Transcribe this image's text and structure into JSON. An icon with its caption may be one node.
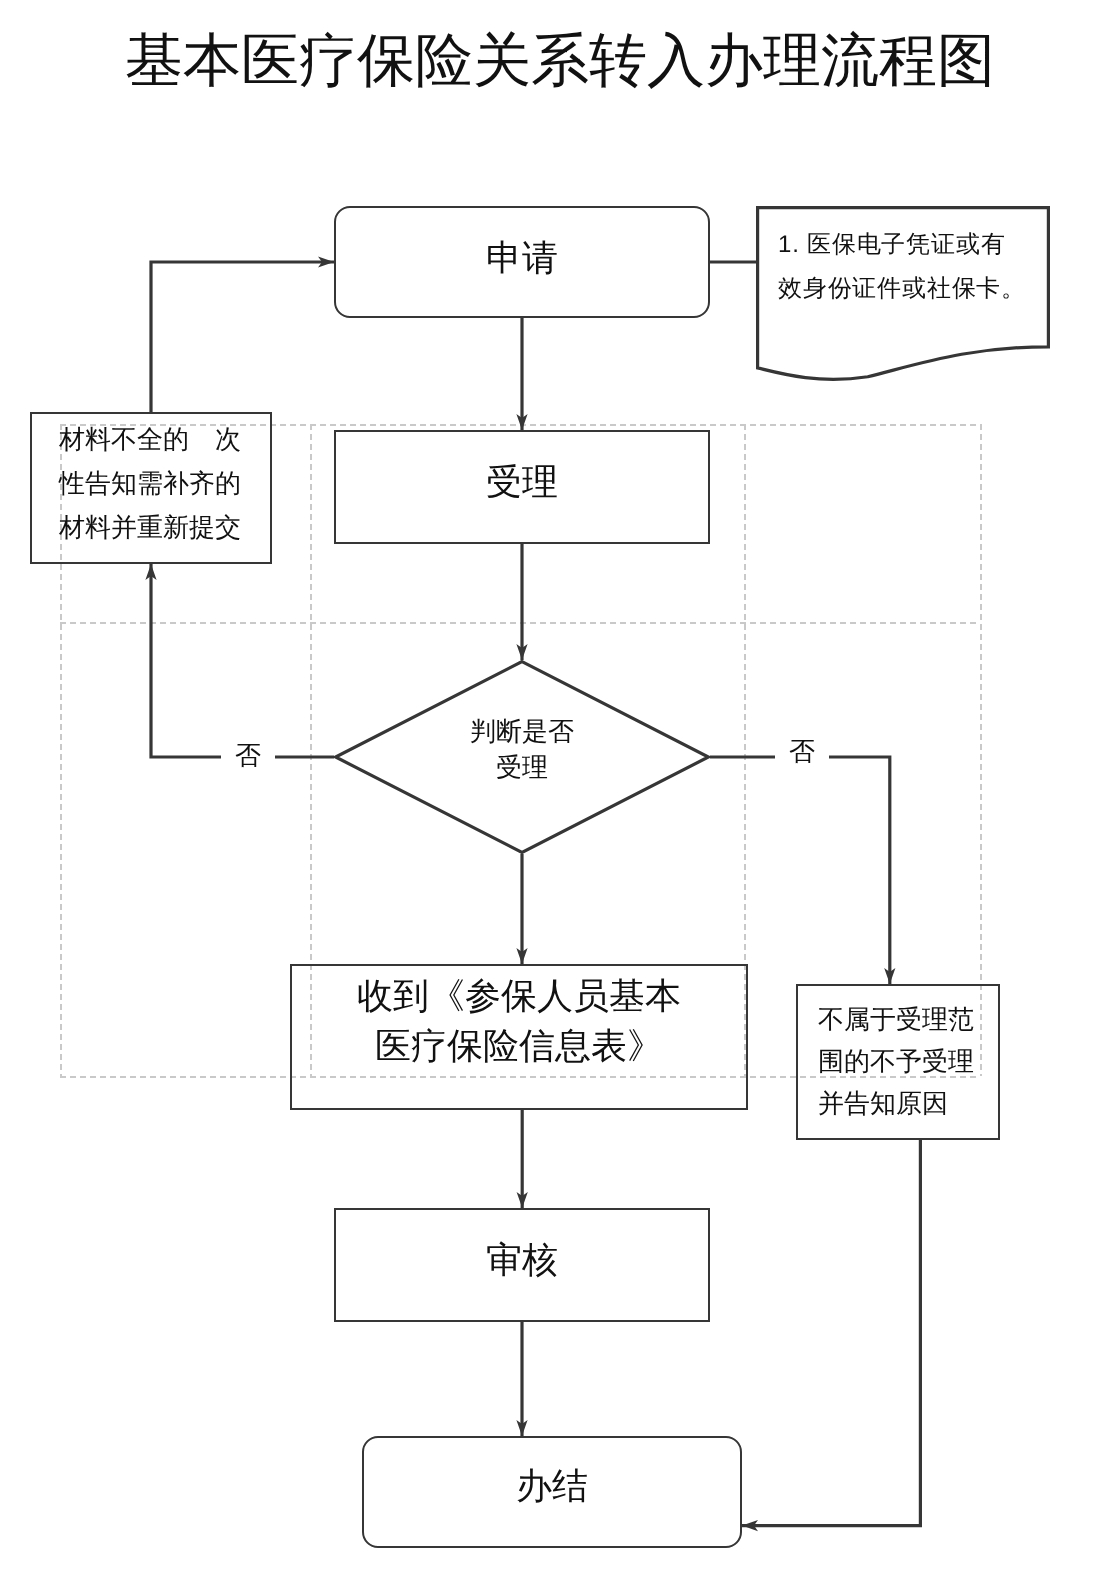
{
  "diagram": {
    "title": "基本医疗保险关系转入办理流程图",
    "nodes": [
      {
        "text": [
          "申请"
        ]
      },
      {
        "text": [
          "1. 医保电子凭证或有效身份证件或社保卡。"
        ]
      },
      {
        "text": [
          "材料不全的　次性告知需补齐的材料并重新提交"
        ]
      },
      {
        "text": [
          "受理"
        ]
      },
      {
        "text": [
          "判断是否受理"
        ]
      },
      {
        "text": [
          "收到《参保人员基本医疗保险信息表》"
        ]
      },
      {
        "text": [
          "不属于受理范围的不予受理并告知原因"
        ]
      },
      {
        "text": [
          "审核"
        ]
      },
      {
        "text": [
          "办结"
        ]
      }
    ],
    "edges": [
      {
        "from": 0,
        "to": 1,
        "arrow": "none"
      },
      {
        "from": 0,
        "to": 3,
        "arrow": "to"
      },
      {
        "from": 2,
        "to": 0,
        "arrow": "to"
      },
      {
        "from": 3,
        "to": 4,
        "arrow": "to"
      },
      {
        "from": 4,
        "to": 2,
        "arrow": "to",
        "label": "否"
      },
      {
        "from": 4,
        "to": 6,
        "arrow": "to",
        "label": "否"
      },
      {
        "from": 4,
        "to": 5,
        "arrow": "to"
      },
      {
        "from": 5,
        "to": 7,
        "arrow": "to"
      },
      {
        "from": 6,
        "to": 8,
        "arrow": "to"
      },
      {
        "from": 7,
        "to": 8,
        "arrow": "to"
      }
    ]
  }
}
